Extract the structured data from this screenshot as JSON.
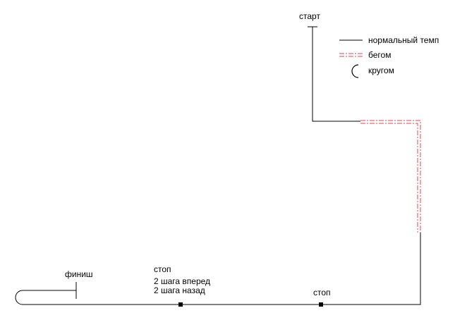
{
  "colors": {
    "path": "#000000",
    "run": "#e8404a",
    "background": "#ffffff"
  },
  "legend": {
    "normal": "нормальный темп",
    "run": "бегом",
    "circle": "кругом"
  },
  "labels": {
    "start": "старт",
    "finish": "финиш",
    "stop_left": "стоп",
    "steps_forward": "2 шага вперед",
    "steps_back": "2 шага назад",
    "stop_right": "стоп"
  }
}
